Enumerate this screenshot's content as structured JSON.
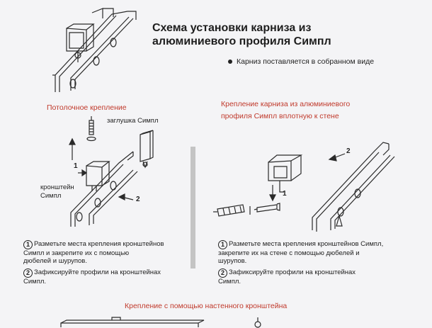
{
  "title": {
    "line1": "Схема  установки карниза из",
    "line2": "алюминиевого профиля Симпл"
  },
  "note": "Карниз поставляется в собранном виде",
  "ceiling": {
    "heading": "Потолочное крепление",
    "label_plug": "заглушка Симпл",
    "label_bracket_line1": "кронштейн",
    "label_bracket_line2": "Симпл",
    "num_1": "1",
    "num_2": "2",
    "step1_num": "1",
    "step1_lines": [
      "Разметьте места крепления  кронштейнов",
      "Симпл  и  закрепите их с помощью",
      "дюбелей и шурупов."
    ],
    "step2_num": "2",
    "step2_lines": [
      "Зафиксируйте профили на кронштейнах",
      "Симпл."
    ]
  },
  "wall": {
    "heading_line1": "Крепление карниза из алюминиевого",
    "heading_line2": "профиля Симпл вплотную к стене",
    "num_1": "1",
    "num_2": "2",
    "step1_num": "1",
    "step1_lines": [
      "Разметьте места крепления кронштейнов Симпл,",
      "закрепите их на стене с помощью дюбелей и",
      "шурупов."
    ],
    "step2_num": "2",
    "step2_lines": [
      "Зафиксируйте профили на кронштейнах",
      "Симпл."
    ]
  },
  "bottom_heading": "Крепление с помощью настенного кронштейна",
  "colors": {
    "accent_red": "#c0392b",
    "line": "#2a2a2a",
    "divider": "#c4c4c4"
  }
}
